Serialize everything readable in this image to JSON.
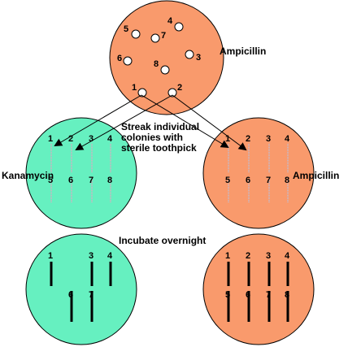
{
  "colors": {
    "ampicillin": "#f99a6c",
    "kanamycin": "#66f0c0",
    "outline": "#000000",
    "streak": "#c9b6c0",
    "colony": "#ffffff"
  },
  "labels": {
    "ampicillin_top": "Ampicillin",
    "kanamycin": "Kanamycin",
    "ampicillin_right": "Ampicillin",
    "streak_line1": "Streak individual",
    "streak_line2": "colonies with",
    "streak_line3": "sterile toothpick",
    "incubate": "Incubate overnight"
  },
  "colonies": [
    "1",
    "2",
    "3",
    "4",
    "5",
    "6",
    "7",
    "8"
  ],
  "kanamycin_streaks": [
    "1",
    "2",
    "3",
    "4",
    "5",
    "6",
    "7",
    "8"
  ],
  "ampicillin_streaks": [
    "1",
    "2",
    "3",
    "4",
    "5",
    "6",
    "7",
    "8"
  ],
  "kanamycin_growth": [
    "1",
    "3",
    "4",
    "6",
    "7"
  ],
  "ampicillin_growth": [
    "1",
    "2",
    "3",
    "4",
    "5",
    "6",
    "7",
    "8"
  ]
}
